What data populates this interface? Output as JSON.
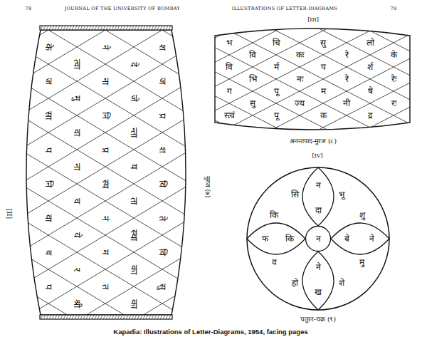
{
  "diagram": {
    "caption": "Kapadia: Illustrations of Letter-Diagrams, 1954, facing pages",
    "nodes": [
      {
        "text": [
          "के",
          "ने",
          "श",
          "त्वा",
          "दे",
          "ज",
          "ना",
          "ज",
          "मु",
          "जे",
          "सा",
          "नि",
          "प्र",
          "वा",
          "न्ता",
          "प",
          "प्र",
          "श",
          "ना",
          "य",
          "नि",
          "स्य",
          "वि",
          "च",
          "ता",
          "वा",
          "नं",
          "ते",
          "ये",
          "स्था",
          "व",
          "म",
          "वि",
          "र",
          "का",
          "प",
          "त",
          "सु",
          "श्री",
          "का"
        ]
      },
      {
        "text": [
          "भ",
          "चि",
          "सु",
          "लो",
          "वि",
          "कः",
          "रे",
          "के",
          "वि",
          "र्म",
          "प",
          "र्श",
          "भि",
          "नः",
          "रे",
          "रेः",
          "ग",
          "पू",
          "म",
          "षे",
          "सु",
          "ज्य",
          "नी",
          "रः",
          "स्त्वं",
          "पू",
          "क",
          "द्र"
        ]
      },
      {
        "text": [
          "कि",
          "सि",
          "भू",
          "शु",
          "मु",
          "शे",
          "हो",
          "व"
        ]
      },
      {
        "text": [
          "न",
          "दा"
        ],
        "in": 2
      },
      {
        "text": [
          "बे",
          "ने"
        ],
        "in": 2
      },
      {
        "text": [
          "ने",
          "ख"
        ],
        "in": 2
      },
      {
        "text": [
          "फ",
          "कि"
        ],
        "in": 2
      },
      {
        "text": [
          "न"
        ],
        "in": 2
      }
    ],
    "labels": [
      "78",
      "JOURNAL OF THE UNIVERSITY OF BOMBAY",
      "ILLUSTRATIONS OF LETTER-DIAGRAMS",
      "79",
      "[II]",
      "मुरज (७)",
      "[III]",
      "अनन्तपाद-मुरज (८)",
      "[IV]",
      "चतुरर-चक्र (९)"
    ]
  }
}
